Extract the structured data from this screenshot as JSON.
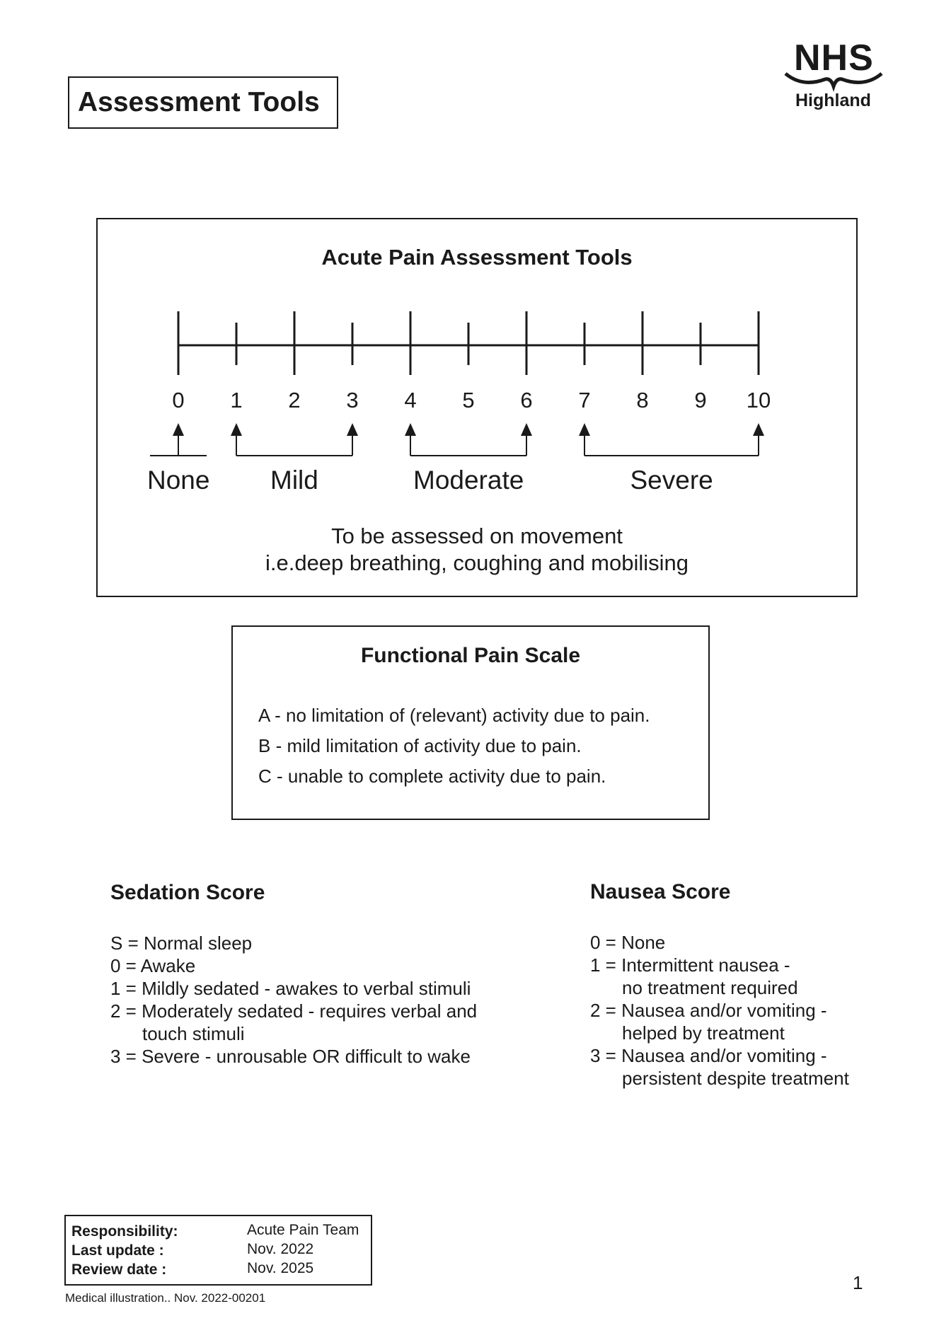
{
  "header": {
    "title": "Assessment Tools",
    "logo_text": "NHS",
    "logo_subtext": "Highland"
  },
  "acute_pain": {
    "title": "Acute Pain Assessment Tools",
    "ticks": [
      "0",
      "1",
      "2",
      "3",
      "4",
      "5",
      "6",
      "7",
      "8",
      "9",
      "10"
    ],
    "categories": [
      {
        "label": "None",
        "from": 0,
        "to": 0
      },
      {
        "label": "Mild",
        "from": 1,
        "to": 3
      },
      {
        "label": "Moderate",
        "from": 4,
        "to": 6
      },
      {
        "label": "Severe",
        "from": 7,
        "to": 10
      }
    ],
    "movement_line1": "To be assessed on movement",
    "movement_line2": "i.e.deep breathing, coughing and mobilising"
  },
  "functional_pain": {
    "title": "Functional Pain Scale",
    "items": [
      "A - no limitation of (relevant) activity due to pain.",
      "B - mild limitation of activity due to pain.",
      "C - unable to complete activity due to pain."
    ]
  },
  "sedation": {
    "title": "Sedation Score",
    "lines": [
      "S = Normal sleep",
      "0 = Awake",
      "1 = Mildly sedated - awakes to verbal stimuli",
      "2 = Moderately sedated - requires verbal and",
      "touch stimuli",
      "3 = Severe - unrousable OR difficult to wake"
    ]
  },
  "nausea": {
    "title": "Nausea Score",
    "lines": [
      "0 = None",
      "1 = Intermittent nausea -",
      "no treatment required",
      "2 = Nausea and/or vomiting -",
      "helped by treatment",
      "3 = Nausea and/or vomiting -",
      "persistent despite treatment"
    ]
  },
  "footer": {
    "responsibility_label": "Responsibility:",
    "responsibility_value": "Acute Pain Team",
    "last_update_label": "Last update :",
    "last_update_value": "Nov. 2022",
    "review_date_label": "Review date :",
    "review_date_value": "Nov. 2025",
    "page_number": "1",
    "caption": "Medical illustration.. Nov. 2022-00201"
  }
}
